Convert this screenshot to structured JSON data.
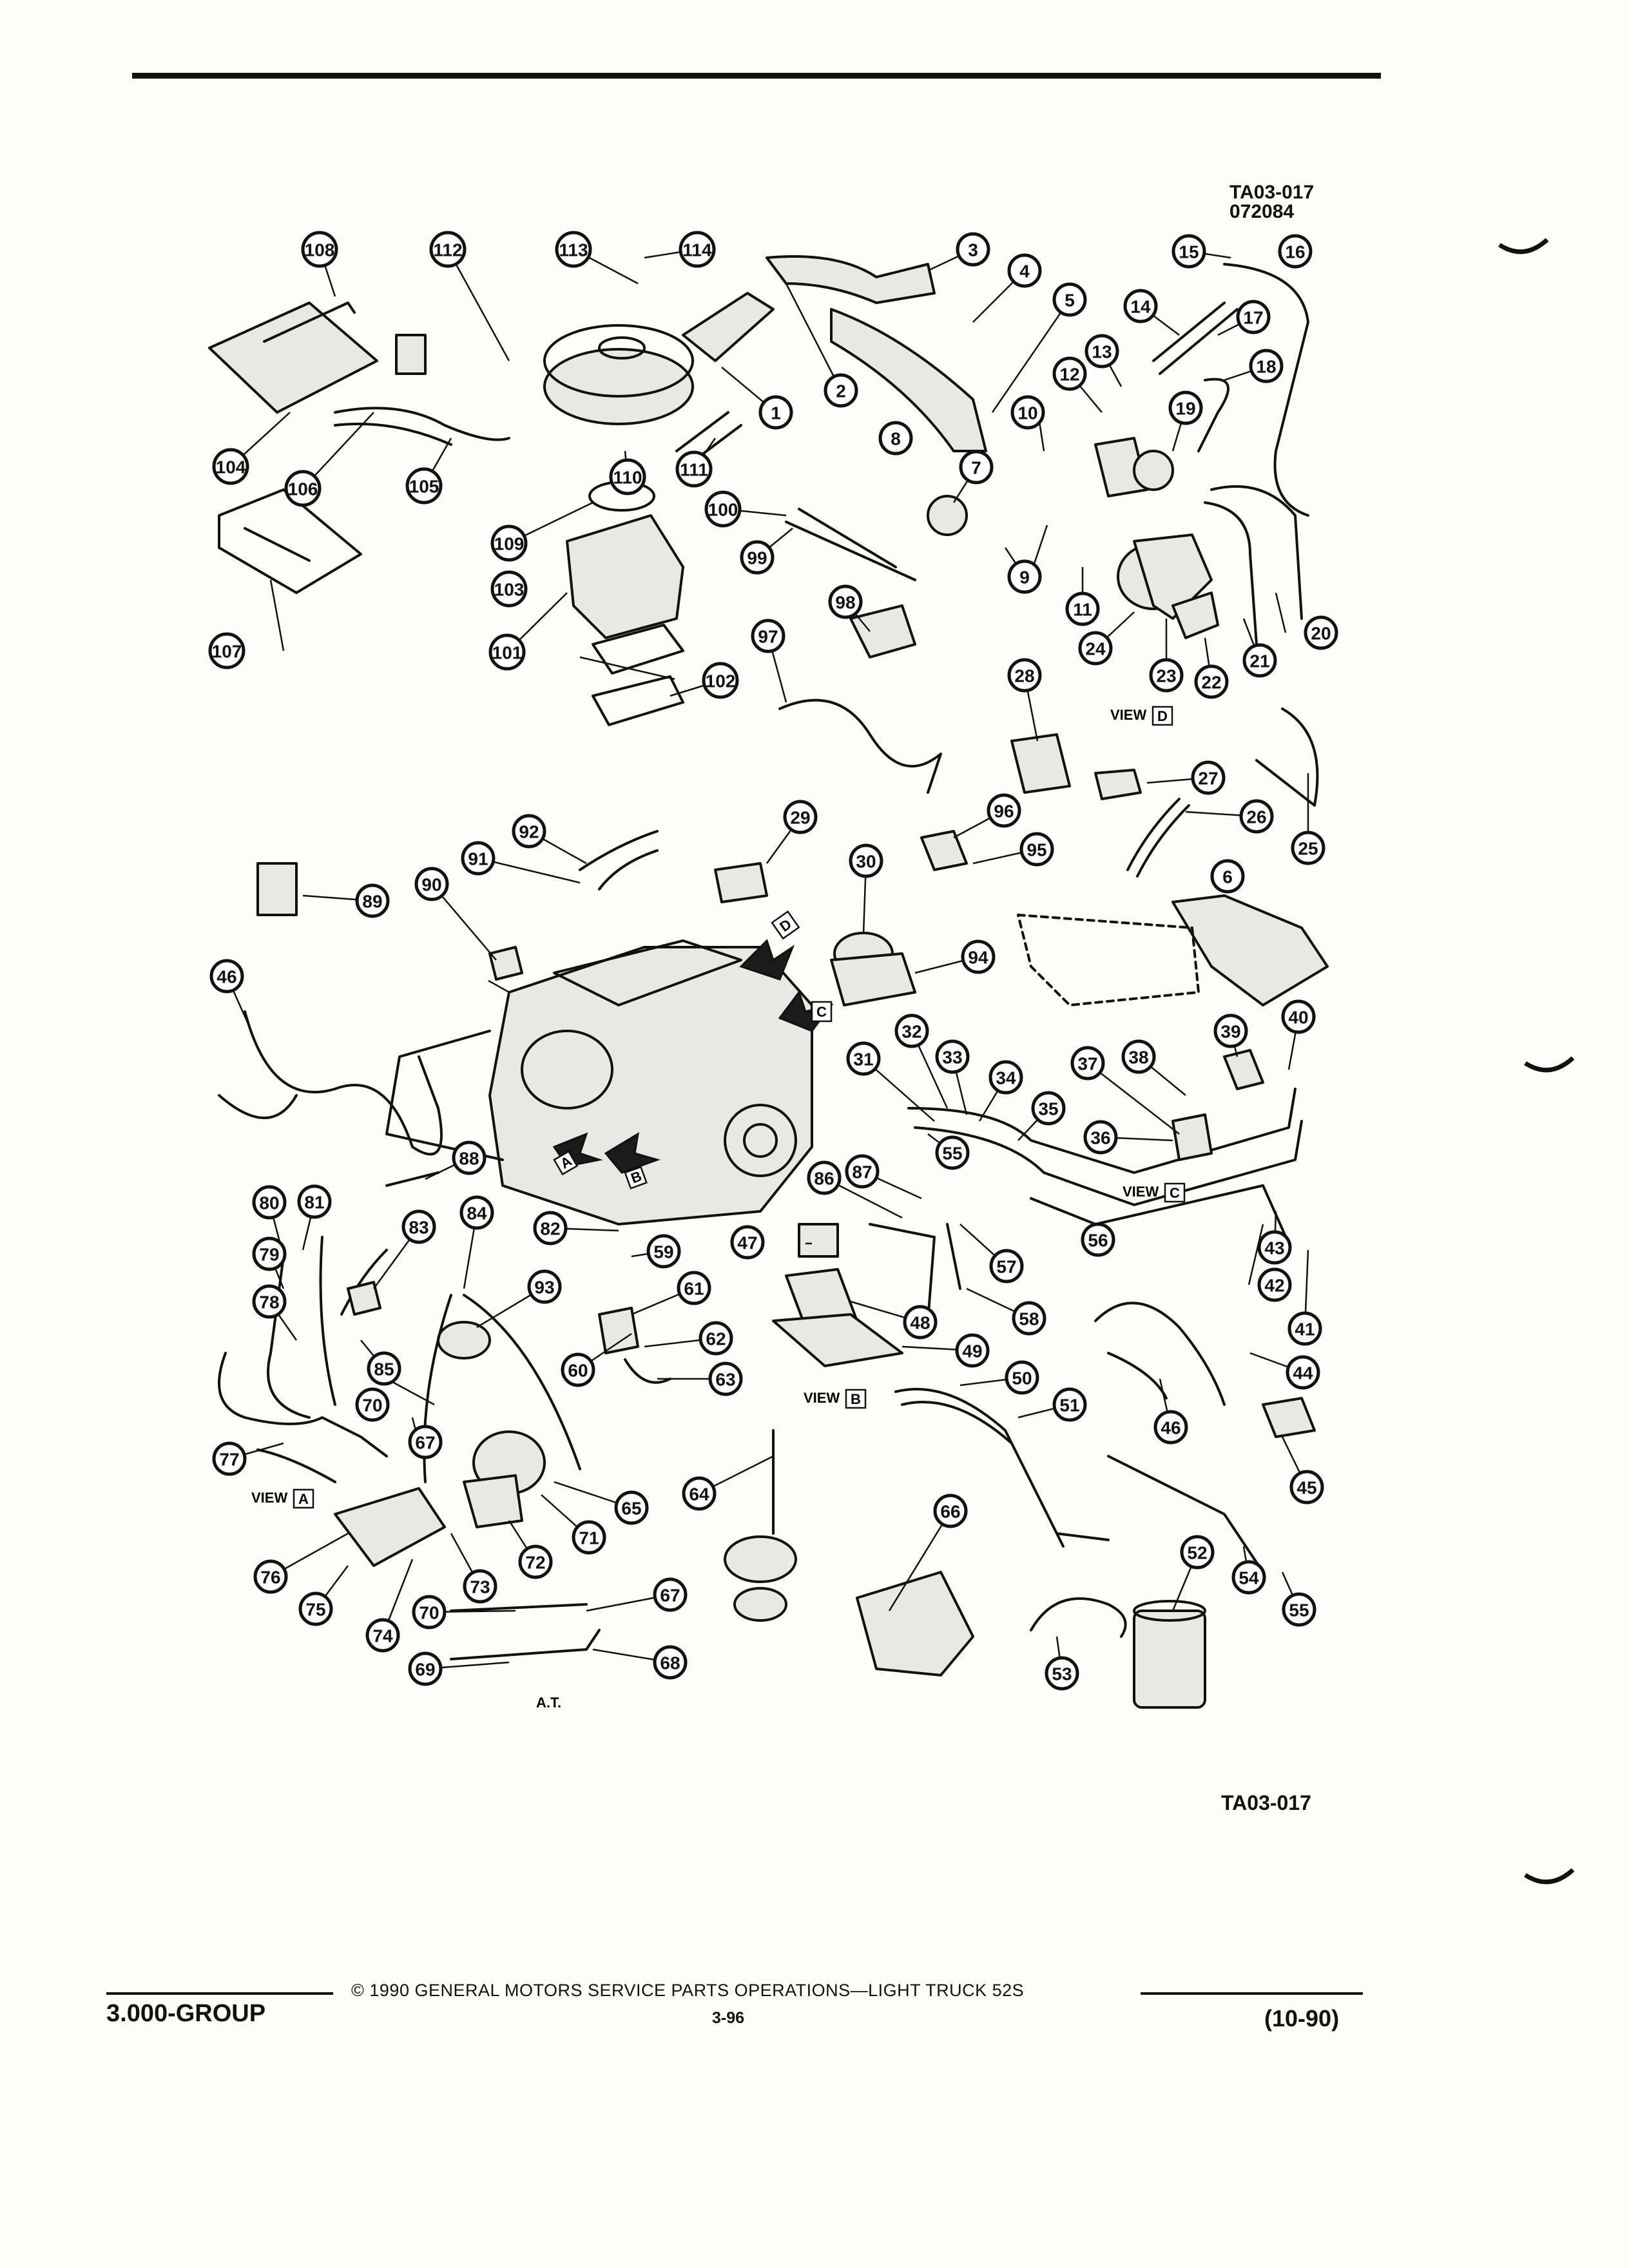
{
  "header": {
    "diagram_code": "TA03-017",
    "diagram_date_code": "072084"
  },
  "diagram": {
    "callouts": [
      "1",
      "2",
      "3",
      "4",
      "5",
      "6",
      "7",
      "8",
      "9",
      "10",
      "11",
      "12",
      "13",
      "14",
      "15",
      "16",
      "17",
      "18",
      "19",
      "20",
      "21",
      "22",
      "23",
      "24",
      "25",
      "26",
      "27",
      "28",
      "29",
      "30",
      "31",
      "32",
      "33",
      "34",
      "35",
      "36",
      "37",
      "38",
      "39",
      "40",
      "41",
      "42",
      "43",
      "44",
      "45",
      "46",
      "46",
      "47",
      "48",
      "49",
      "50",
      "51",
      "52",
      "53",
      "54",
      "55",
      "55",
      "56",
      "57",
      "58",
      "59",
      "60",
      "61",
      "62",
      "63",
      "64",
      "65",
      "66",
      "67",
      "67",
      "68",
      "69",
      "70",
      "70",
      "71",
      "72",
      "73",
      "74",
      "75",
      "76",
      "77",
      "78",
      "79",
      "80",
      "81",
      "82",
      "83",
      "84",
      "85",
      "86",
      "87",
      "88",
      "89",
      "90",
      "91",
      "92",
      "93",
      "94",
      "95",
      "96",
      "97",
      "98",
      "99",
      "100",
      "101",
      "102",
      "103",
      "104",
      "105",
      "106",
      "107",
      "108",
      "109",
      "110",
      "111",
      "112",
      "113",
      "114"
    ],
    "views": [
      {
        "word": "VIEW",
        "letter": "A"
      },
      {
        "word": "VIEW",
        "letter": "B"
      },
      {
        "word": "VIEW",
        "letter": "C"
      },
      {
        "word": "VIEW",
        "letter": "D"
      }
    ],
    "arrow_letters": [
      "A",
      "B",
      "C",
      "D"
    ],
    "transmission_label": "A.T.",
    "bottom_code": "TA03-017"
  },
  "footer": {
    "copyright": "© 1990 GENERAL MOTORS SERVICE PARTS OPERATIONS—LIGHT TRUCK 52S",
    "group": "3.000-GROUP",
    "page_number": "3-96",
    "revision_date": "(10-90)"
  }
}
